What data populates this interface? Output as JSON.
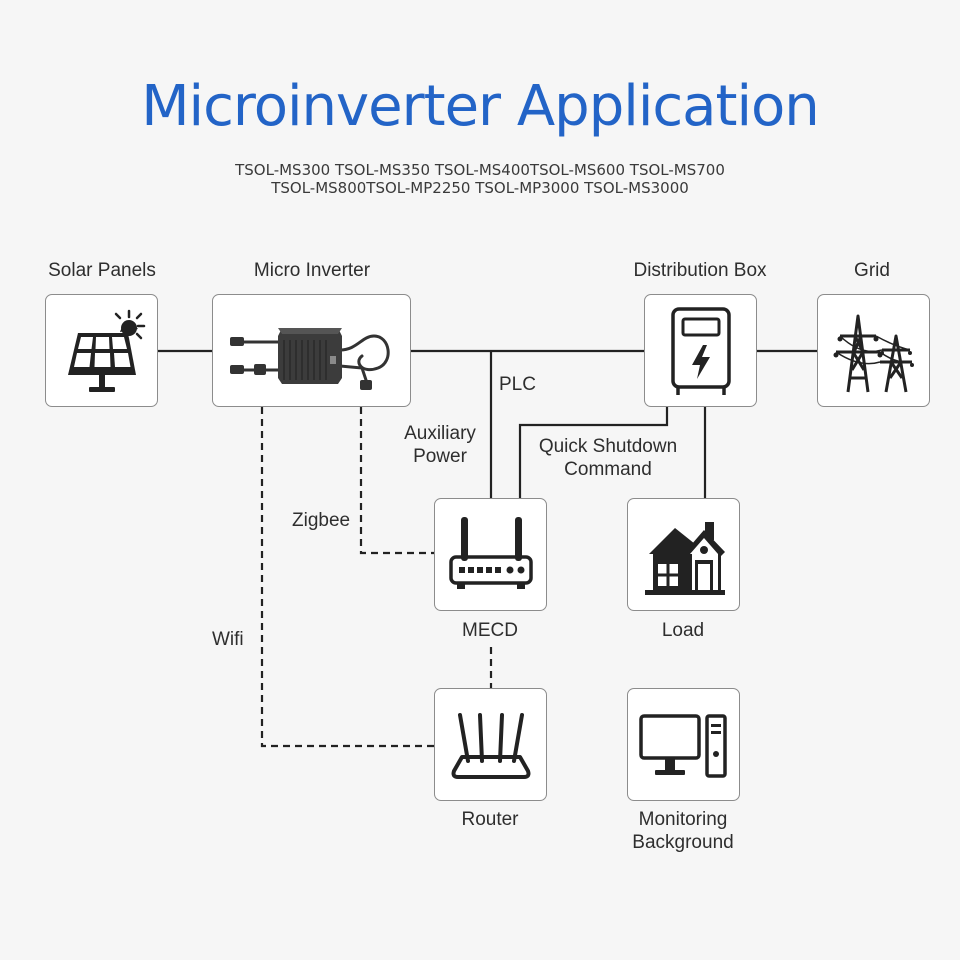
{
  "title": "Microinverter Application",
  "models_line1": "TSOL-MS300 TSOL-MS350 TSOL-MS400TSOL-MS600 TSOL-MS700",
  "models_line2": "TSOL-MS800TSOL-MP2250 TSOL-MP3000 TSOL-MS3000",
  "nodes": {
    "solar_panels": {
      "label": "Solar Panels",
      "icon": "solar-panel-icon"
    },
    "micro_inverter": {
      "label": "Micro Inverter",
      "icon": "micro-inverter-icon"
    },
    "distribution_box": {
      "label": "Distribution Box",
      "icon": "distribution-box-icon"
    },
    "grid": {
      "label": "Grid",
      "icon": "power-tower-icon"
    },
    "mecd": {
      "label": "MECD",
      "icon": "mecd-router-icon"
    },
    "load": {
      "label": "Load",
      "icon": "house-icon"
    },
    "router": {
      "label": "Router",
      "icon": "wifi-router-icon"
    },
    "monitoring_line1": "Monitoring",
    "monitoring_line2": "Background",
    "monitoring_icon": "computer-icon"
  },
  "connections": {
    "plc": "PLC",
    "auxiliary_line1": "Auxiliary",
    "auxiliary_line2": "Power",
    "quick_line1": "Quick Shutdown",
    "quick_line2": "Command",
    "zigbee": "Zigbee",
    "wifi": "Wifi"
  },
  "colors": {
    "title": "#2364c7",
    "line": "#222222",
    "box_border": "#8c8c8c",
    "background": "#f6f6f6"
  }
}
